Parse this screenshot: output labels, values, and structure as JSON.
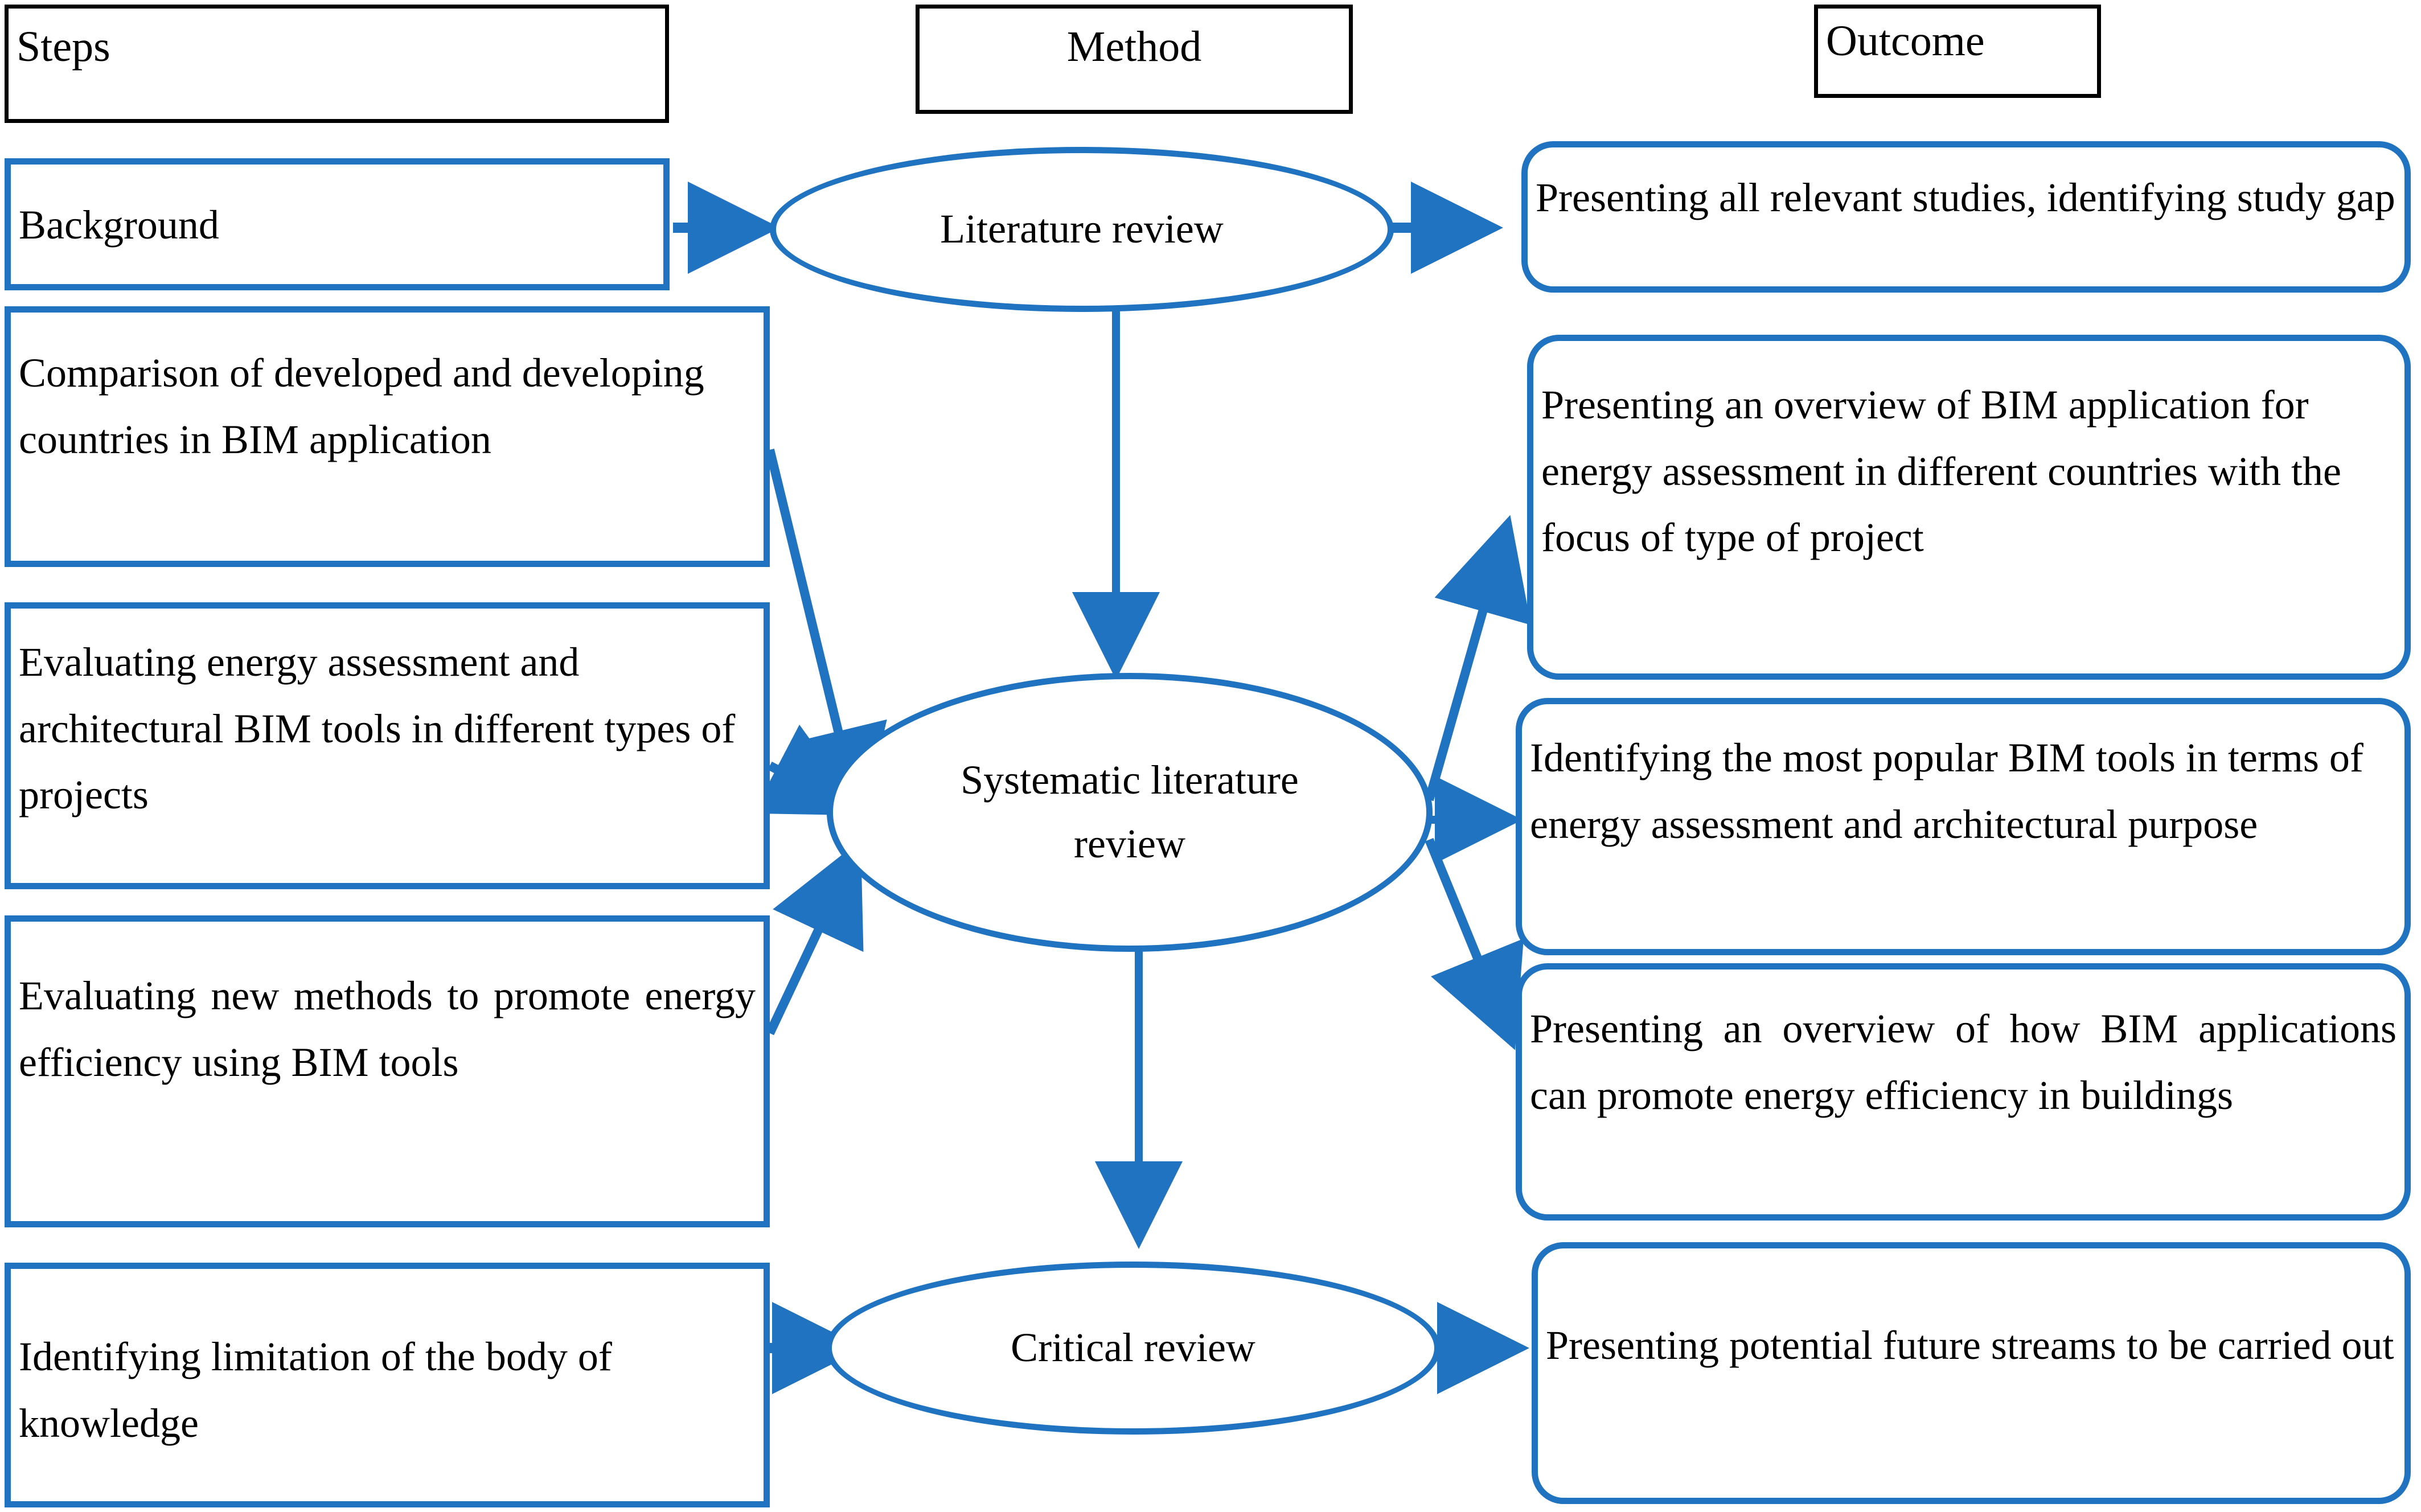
{
  "theme": {
    "accent": "#1f73c0",
    "outline": "#000000",
    "background": "#ffffff"
  },
  "headers": [
    {
      "key": "steps",
      "label": "Steps"
    },
    {
      "key": "method",
      "label": "Method"
    },
    {
      "key": "outcome",
      "label": "Outcome"
    }
  ],
  "steps": [
    {
      "key": "background",
      "label": "Background"
    },
    {
      "key": "comparison",
      "label": "Comparison of developed and developing countries in BIM application"
    },
    {
      "key": "evaluating-tools",
      "label": "Evaluating energy assessment and architectural BIM tools in different types of projects"
    },
    {
      "key": "evaluating-methods",
      "label": "Evaluating new methods to promote energy efficiency using BIM tools"
    },
    {
      "key": "limitation",
      "label": "Identifying limitation of the body of knowledge"
    }
  ],
  "methods": [
    {
      "key": "literature-review",
      "label": "Literature review"
    },
    {
      "key": "systematic-literature-review",
      "label": "Systematic literature review"
    },
    {
      "key": "critical-review",
      "label": "Critical review"
    }
  ],
  "outcomes": [
    {
      "key": "study-gap",
      "label": "Presenting all relevant studies, identifying study gap"
    },
    {
      "key": "bim-overview",
      "label": "Presenting an overview of BIM application for energy assessment in different countries with the focus of type of project"
    },
    {
      "key": "popular-tools",
      "label": "Identifying the most popular BIM tools in terms of energy assessment and architectural purpose"
    },
    {
      "key": "energy-promotion",
      "label": "Presenting an overview of how BIM applications can promote energy efficiency in buildings"
    },
    {
      "key": "future-streams",
      "label": "Presenting potential future streams to be carried out"
    }
  ],
  "connections": [
    {
      "from": "background",
      "to": "literature-review"
    },
    {
      "from": "literature-review",
      "to": "study-gap"
    },
    {
      "from": "literature-review",
      "to": "systematic-literature-review"
    },
    {
      "from": "comparison",
      "to": "systematic-literature-review"
    },
    {
      "from": "evaluating-tools",
      "to": "systematic-literature-review"
    },
    {
      "from": "evaluating-methods",
      "to": "systematic-literature-review"
    },
    {
      "from": "systematic-literature-review",
      "to": "bim-overview"
    },
    {
      "from": "systematic-literature-review",
      "to": "popular-tools"
    },
    {
      "from": "systematic-literature-review",
      "to": "energy-promotion"
    },
    {
      "from": "systematic-literature-review",
      "to": "critical-review"
    },
    {
      "from": "limitation",
      "to": "critical-review"
    },
    {
      "from": "critical-review",
      "to": "future-streams"
    }
  ]
}
